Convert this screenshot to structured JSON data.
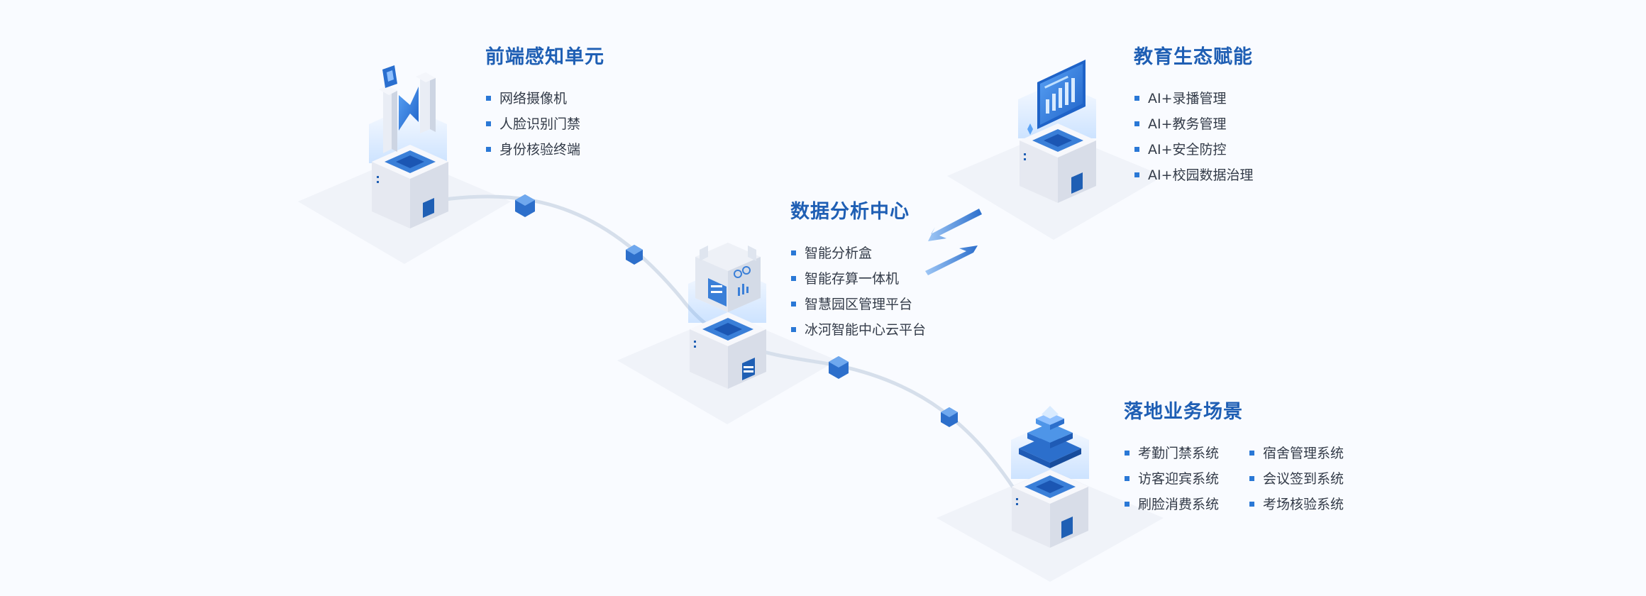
{
  "nodes": {
    "frontend": {
      "title": "前端感知单元",
      "items": [
        "网络摄像机",
        "人脸识别门禁",
        "身份核验终端"
      ]
    },
    "analysis": {
      "title": "数据分析中心",
      "items": [
        "智能分析盒",
        "智能存算一体机",
        "智慧园区管理平台",
        "冰河智能中心云平台"
      ]
    },
    "education": {
      "title": "教育生态赋能",
      "items": [
        "AI+录播管理",
        "AI+教务管理",
        "AI+安全防控",
        "AI+校园数据治理"
      ]
    },
    "business": {
      "title": "落地业务场景",
      "items": [
        "考勤门禁系统",
        "宿舍管理系统",
        "访客迎宾系统",
        "会议签到系统",
        "刷脸消费系统",
        "考场核验系统"
      ]
    }
  },
  "colors": {
    "accent": "#1f5fb4",
    "bullet": "#2a78d6",
    "text": "#333b48",
    "cube_face": "#edf0f6",
    "cube_top": "#3a7fd8",
    "background": "#f9fbff"
  },
  "icons": [
    "camera-gate-icon",
    "server-icon",
    "dashboard-screen-icon",
    "pyramid-icon",
    "arrow-left-icon",
    "arrow-right-icon"
  ]
}
